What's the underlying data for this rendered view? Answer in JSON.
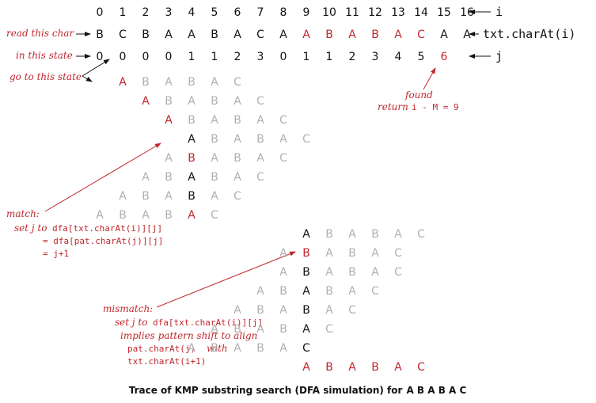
{
  "index_labels": [
    "0",
    "1",
    "2",
    "3",
    "4",
    "5",
    "6",
    "7",
    "8",
    "9",
    "10",
    "11",
    "12",
    "13",
    "14",
    "15",
    "16"
  ],
  "text_chars": [
    "B",
    "C",
    "B",
    "A",
    "A",
    "B",
    "A",
    "C",
    "A",
    "A",
    "B",
    "A",
    "B",
    "A",
    "C",
    "A",
    "A"
  ],
  "state_values": [
    "0",
    "0",
    "0",
    "0",
    "1",
    "1",
    "2",
    "3",
    "0",
    "1",
    "1",
    "2",
    "3",
    "4",
    "5",
    "6"
  ],
  "pattern": [
    "A",
    "B",
    "A",
    "B",
    "A",
    "C"
  ],
  "trace_rows": [
    {
      "col": 1,
      "k": 0,
      "color": "red"
    },
    {
      "col": 2,
      "k": 0,
      "color": "red"
    },
    {
      "col": 3,
      "k": 0,
      "color": "red"
    },
    {
      "col": 4,
      "k": 0,
      "color": "black"
    },
    {
      "col": 4,
      "k": 1,
      "color": "red"
    },
    {
      "col": 4,
      "k": 2,
      "color": "black"
    },
    {
      "col": 4,
      "k": 3,
      "color": "black"
    },
    {
      "col": 4,
      "k": 4,
      "color": "red"
    },
    {
      "col": 9,
      "k": 0,
      "color": "black"
    },
    {
      "col": 9,
      "k": 1,
      "color": "red"
    },
    {
      "col": 9,
      "k": 1,
      "color": "black"
    },
    {
      "col": 9,
      "k": 2,
      "color": "black"
    },
    {
      "col": 9,
      "k": 3,
      "color": "black"
    },
    {
      "col": 9,
      "k": 4,
      "color": "black"
    },
    {
      "col": 9,
      "k": 5,
      "color": "black"
    },
    {
      "col": 9,
      "k": "all",
      "color": "red"
    }
  ],
  "labels": {
    "i": "i",
    "txt_charAt": "txt.charAt(i)",
    "j": "j",
    "read_this_char": "read this char",
    "in_this_state": "in this state",
    "go_to_this_state": "go to this state",
    "found": "found",
    "return_prefix": "return",
    "return_expr": "i - M = 9",
    "match": "match:",
    "match_set": "set j to",
    "match_line1": "dfa[txt.charAt(i)][j]",
    "match_line2": "= dfa[pat.charAt(j)][j]",
    "match_line3": "= j+1",
    "mismatch": "mismatch:",
    "mismatch_set": "set j to",
    "mismatch_line1": "dfa[txt.charAt(i)][j]",
    "mismatch_implies": "implies pattern shift to align",
    "mismatch_pat": "pat.charAt(j)",
    "mismatch_with": "with",
    "mismatch_txt": "txt.charAt(i+1)"
  },
  "caption_prefix": "Trace of KMP substring search (DFA simulation) for",
  "caption_pattern": "A B A B A C",
  "colors": {
    "red": "#c0272d",
    "gray": "#b0b0b0",
    "black": "#111111"
  }
}
